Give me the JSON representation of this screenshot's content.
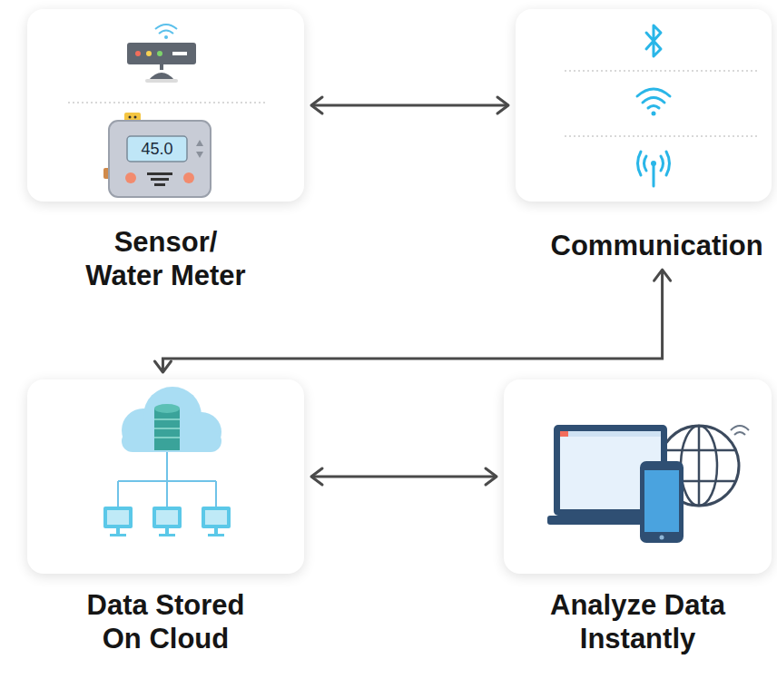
{
  "diagram": {
    "nodes": [
      {
        "text": [
          "Sensor/ Water Meter"
        ]
      },
      {
        "text": [
          "Communication"
        ]
      },
      {
        "text": [
          "Data Stored On Cloud"
        ]
      },
      {
        "text": [
          "Analyze Data Instantly"
        ]
      }
    ],
    "edges": [
      {
        "from": 0,
        "to": 1,
        "arrow": "both"
      },
      {
        "from": 1,
        "to": 2,
        "arrow": "both"
      },
      {
        "from": 2,
        "to": 3,
        "arrow": "both"
      }
    ],
    "labels": [
      "45.0"
    ]
  }
}
